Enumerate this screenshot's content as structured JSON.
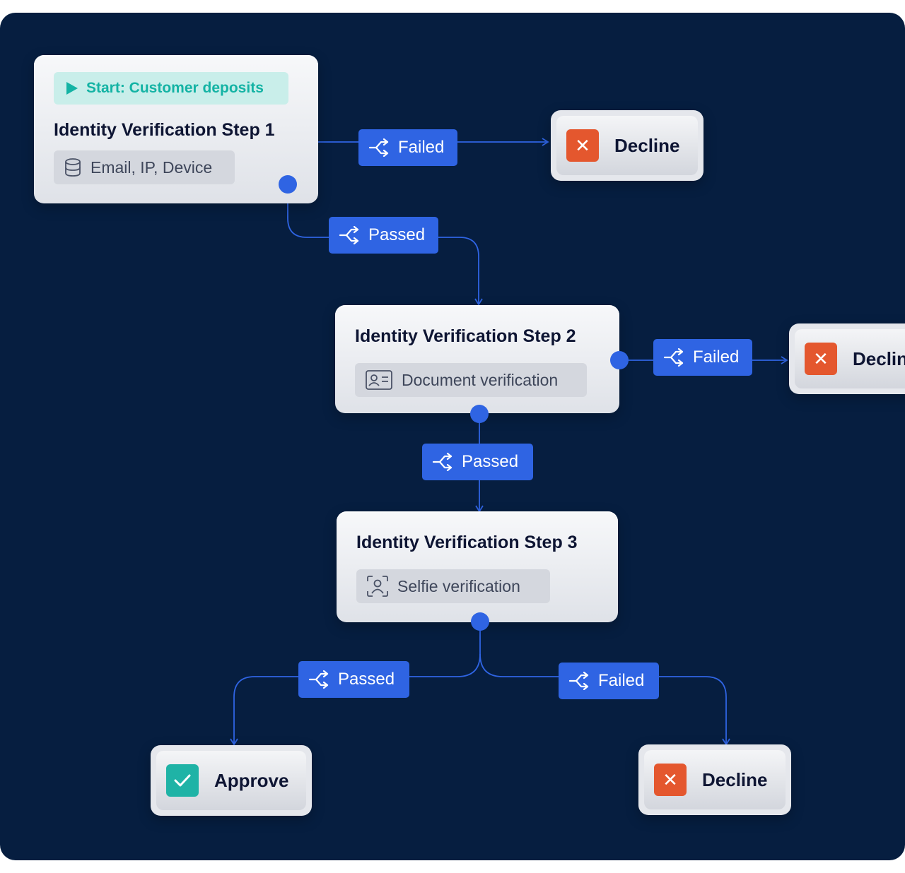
{
  "start_trigger": "Start: Customer deposits",
  "steps": [
    {
      "title": "Identity Verification Step 1",
      "chip": "Email, IP, Device",
      "icon": "database-icon"
    },
    {
      "title": "Identity Verification Step 2",
      "chip": "Document verification",
      "icon": "id-card-icon"
    },
    {
      "title": "Identity Verification Step 3",
      "chip": "Selfie verification",
      "icon": "face-scan-icon"
    }
  ],
  "conditions": {
    "failed": "Failed",
    "passed": "Passed"
  },
  "outcomes": {
    "decline": "Decline",
    "approve": "Approve",
    "decline_clipped": "Declin"
  },
  "colors": {
    "background": "#061e40",
    "connector": "#2f64e3",
    "start_accent": "#14b3a4",
    "decline": "#e4572e",
    "approve": "#1fb3a6"
  }
}
